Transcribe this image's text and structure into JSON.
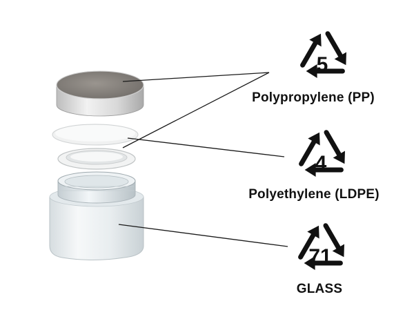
{
  "colors": {
    "ink": "#111111",
    "leader": "#1a1a1a",
    "lid_top": "#8f8a85",
    "lid_side": "#dcdcdc",
    "glass": "#e9eef0"
  },
  "recycling": [
    {
      "code": "5",
      "material": "Polypropylene (PP)"
    },
    {
      "code": "4",
      "material": "Polyethylene (LDPE)"
    },
    {
      "code": "71",
      "material": "GLASS"
    }
  ],
  "parts": [
    {
      "icon": "aluminium-lid-icon"
    },
    {
      "icon": "sealing-disc-icon"
    },
    {
      "icon": "inner-liner-icon"
    },
    {
      "icon": "frosted-glass-jar-icon"
    }
  ]
}
